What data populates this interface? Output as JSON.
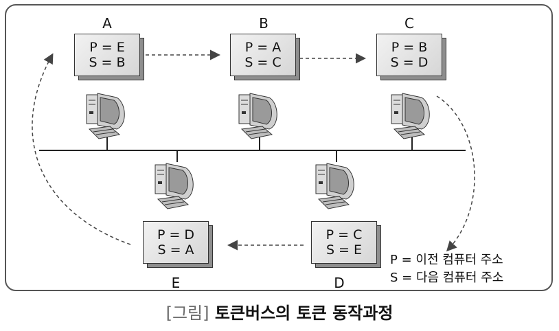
{
  "nodes": [
    {
      "label": "A",
      "p": "P = E",
      "s": "S = B"
    },
    {
      "label": "B",
      "p": "P = A",
      "s": "S = C"
    },
    {
      "label": "C",
      "p": "P = B",
      "s": "S = D"
    },
    {
      "label": "D",
      "p": "P = C",
      "s": "S = E"
    },
    {
      "label": "E",
      "p": "P = D",
      "s": "S = A"
    }
  ],
  "legend": {
    "p_line": "P = 이전 컴퓨터 주소",
    "s_line": "S = 다음 컴퓨터 주소"
  },
  "caption": {
    "tag": "[그림]",
    "title": "토큰버스의 토큰 동작과정"
  },
  "colors": {
    "line": "#222222",
    "dashed_arrow": "#444444",
    "box_face": "#e6e6e6",
    "box_shadow": "#8e8e8e",
    "caption_tag": "#6b6b6b"
  },
  "icons": [
    "computer-icon"
  ]
}
